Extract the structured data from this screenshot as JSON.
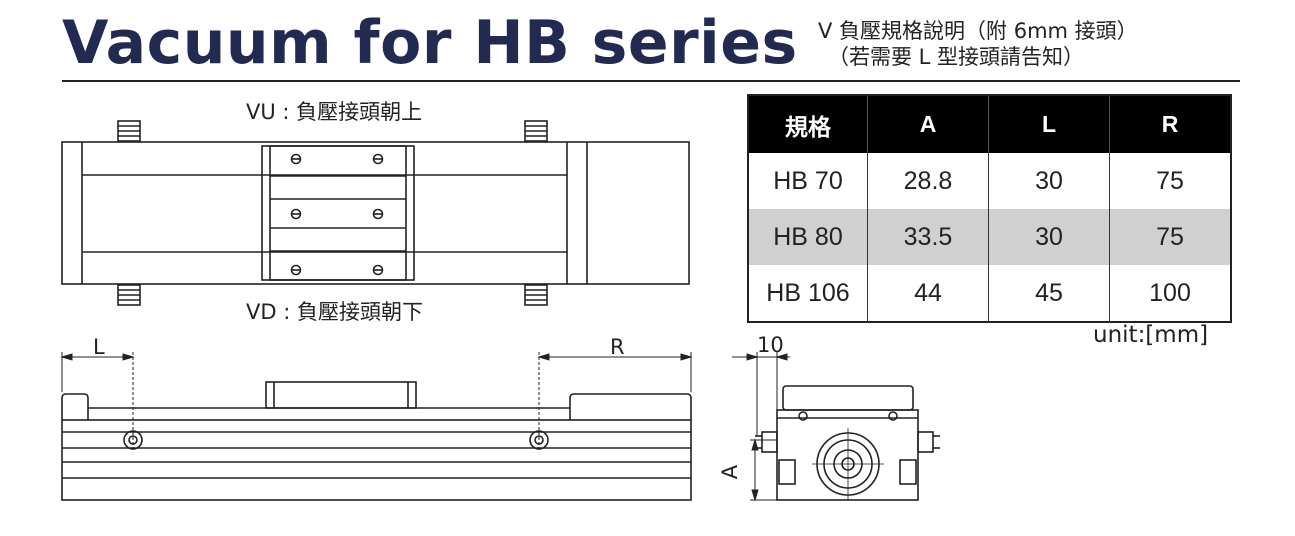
{
  "header": {
    "title": "Vacuum for HB series",
    "subtitle_line1": "V 負壓規格說明（附 6mm 接頭）",
    "subtitle_line2": "（若需要 L 型接頭請告知）"
  },
  "views": {
    "vu_label": "VU : 負壓接頭朝上",
    "vd_label": "VD : 負壓接頭朝下"
  },
  "dimensions": {
    "left_label": "L",
    "right_label": "R",
    "offset_label": "10",
    "height_label": "A"
  },
  "spec_table": {
    "headers": [
      "規格",
      "A",
      "L",
      "R"
    ],
    "rows": [
      [
        "HB 70",
        "28.8",
        "30",
        "75"
      ],
      [
        "HB 80",
        "33.5",
        "30",
        "75"
      ],
      [
        "HB 106",
        "44",
        "45",
        "100"
      ]
    ],
    "unit": "unit:[mm]"
  },
  "colors": {
    "title": "#232a52",
    "table_header_bg": "#000000",
    "shaded_row": "#d0d0d0"
  }
}
